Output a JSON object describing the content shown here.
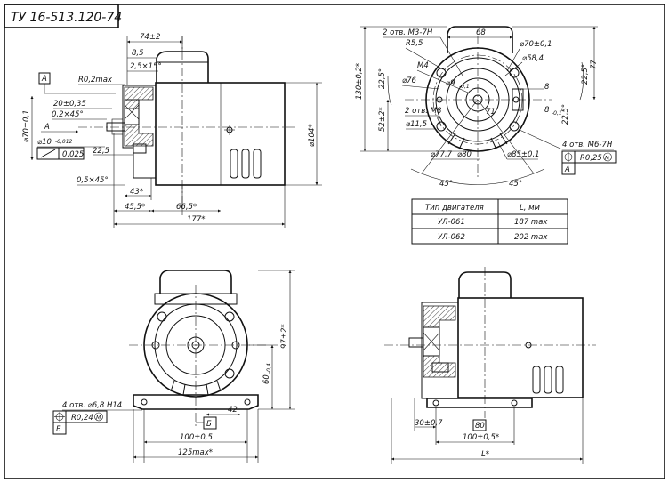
{
  "document": {
    "code": "ТУ 16-513.120-74"
  },
  "side_view": {
    "dims": {
      "overall_width": "74±2",
      "d_8_5": "8,5",
      "chamfer_2_5": "2,5×15°",
      "radius_r02": "R0,2max",
      "datum_a_top": "A",
      "shaft_tol": "20±0,35",
      "chamfer_02": "0,2×45°",
      "shaft_dia_70": "⌀70±0,1",
      "arrow_a": "A",
      "shaft_dia_10": "⌀10",
      "shaft_dia_10_tol": "-0,012",
      "runout_value": "0,025",
      "d_22_5": "22,5",
      "chamfer_05": "0,5×45°",
      "d_43": "43*",
      "d_45_5": "45,5*",
      "d_66_5": "66,5*",
      "total_length": "177*",
      "height_104": "⌀104*"
    }
  },
  "flange_view": {
    "dims": {
      "holes_m3": "2 отв. М3-7Н",
      "d_68": "68",
      "dia_70_top": "⌀70±0,1",
      "r_5_5": "R5,5",
      "m4": "М4",
      "dia_58_4": "⌀58,4",
      "angle_22_5_left": "22,5°",
      "dia_76": "⌀76",
      "dia_9": "⌀9",
      "dia_9_tol": "-0,1",
      "d_8": "8",
      "dia_8_slot": "8",
      "dia_8_tol": "-0,1",
      "height_130": "130±0,2*",
      "d_71": "71",
      "holes_m8": "2 отв. М8",
      "height_52": "52±2*",
      "angle_22_5_right": "22,5°",
      "d_77": "77",
      "dia_11_5": "⌀11,5",
      "holes_m6": "4 отв. М6-7Н",
      "dia_77_7": "⌀77,7",
      "dia_80": "⌀80",
      "dia_85": "⌀85±0,1",
      "pos_tol": "R0,25",
      "mmc": "M",
      "datum_a": "A",
      "angle_45_left": "45°",
      "angle_45_right": "45°",
      "angle_22_5_low": "22,5°"
    }
  },
  "motor_table": {
    "headers": [
      "Тип двигателя",
      "L, мм"
    ],
    "rows": [
      [
        "УЛ-061",
        "187 max"
      ],
      [
        "УЛ-062",
        "202 max"
      ]
    ]
  },
  "front_view": {
    "dims": {
      "height_97": "97±2*",
      "height_60": "60",
      "height_60_tol": "-0,4",
      "holes_mount": "4 отв. ⌀6,8 Н14",
      "pos_tol": "R0,24",
      "mmc": "M",
      "datum_b_left": "Б",
      "datum_b_center": "Б",
      "d_42": "42",
      "d_100": "100±0,5",
      "d_125": "125max*"
    }
  },
  "bottom_side_view": {
    "dims": {
      "d_30": "30±0,7",
      "d_80": "80",
      "d_100": "100±0,5*",
      "length_l": "L*"
    }
  }
}
